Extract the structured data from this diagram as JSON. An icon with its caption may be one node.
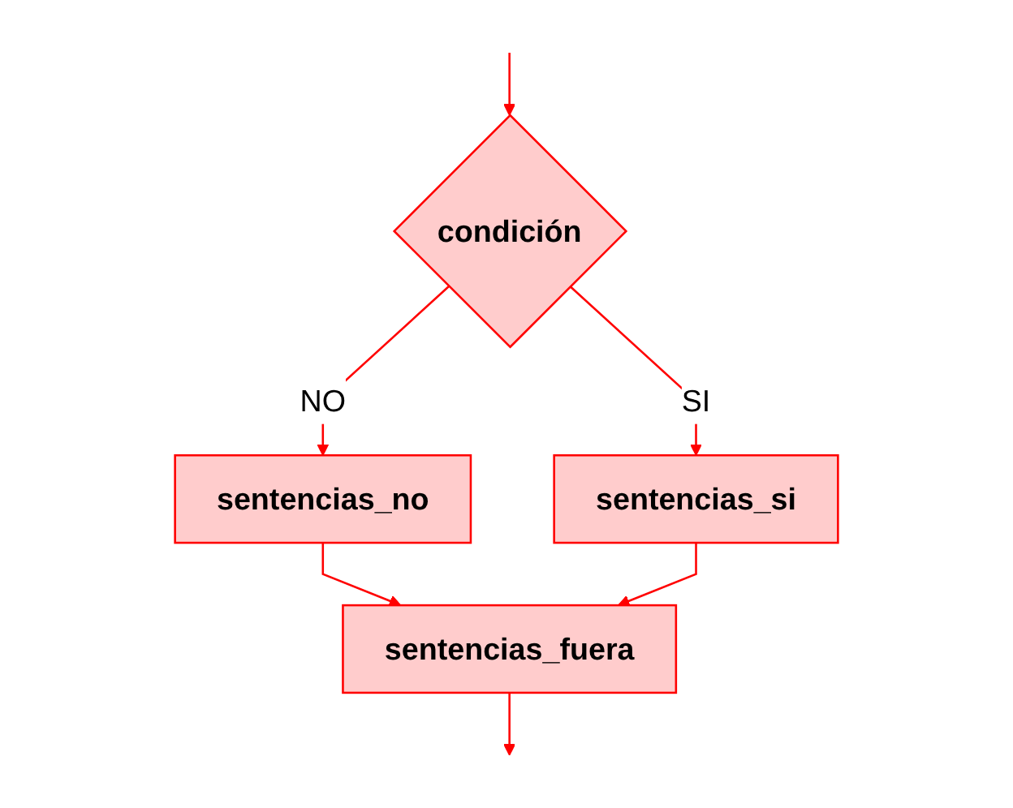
{
  "diagram": {
    "nodes": [
      {
        "text": [
          "condición"
        ]
      },
      {
        "text": [
          "sentencias_no"
        ]
      },
      {
        "text": [
          "sentencias_si"
        ]
      },
      {
        "text": [
          "sentencias_fuera"
        ]
      }
    ],
    "edges": [
      {
        "from": null,
        "to": 0,
        "arrow": "to"
      },
      {
        "from": 0,
        "to": 1,
        "label": "NO",
        "arrow": "to"
      },
      {
        "from": 0,
        "to": 2,
        "label": "SI",
        "arrow": "to"
      },
      {
        "from": 1,
        "to": 3,
        "arrow": "to"
      },
      {
        "from": 2,
        "to": 3,
        "arrow": "to"
      },
      {
        "from": 3,
        "to": null,
        "arrow": "to"
      }
    ]
  }
}
